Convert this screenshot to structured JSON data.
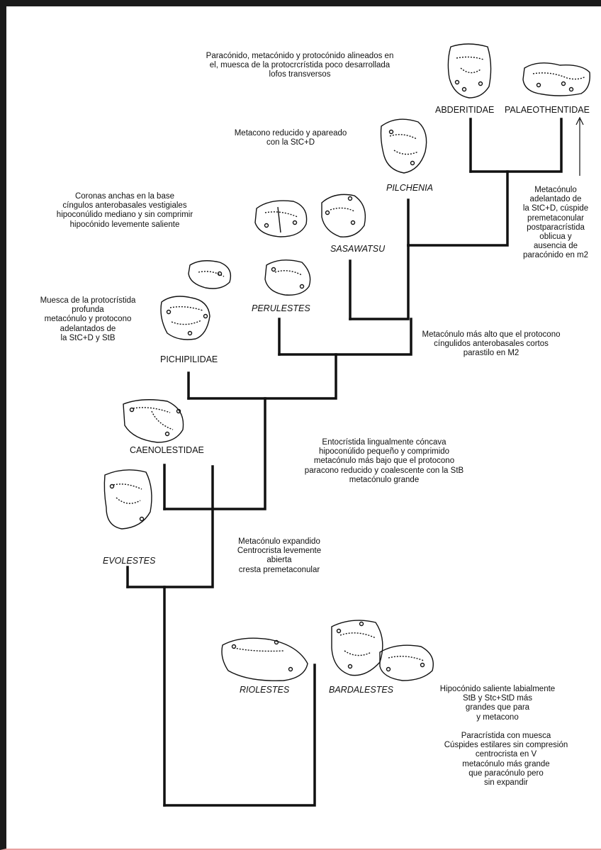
{
  "taxa": {
    "abderitidae": "ABDERITIDAE",
    "palaeothentidae": "PALAEOTHENTIDAE",
    "pilchenia": "PILCHENIA",
    "sasawatsu": "SASAWATSU",
    "perulestes": "PERULESTES",
    "pichipilidae": "PICHIPILIDAE",
    "caenolestidae": "CAENOLESTIDAE",
    "evolestes": "EVOLESTES",
    "riolestes": "RIOLESTES",
    "bardalestes": "BARDALESTES"
  },
  "notes": {
    "top": [
      "Paracónido, metacónido y protocónido alineados en",
      "el, muesca de la protocrcrístida poco desarrollada",
      "lofos transversos"
    ],
    "pilchenia": [
      "Metacono reducido y apareado",
      "con la StC+D"
    ],
    "sasawatsu": [
      "Coronas anchas en la base",
      "cíngulos anterobasales vestigiales",
      "hipoconúlido mediano y sin comprimir",
      "hipocónido levemente saliente"
    ],
    "pichipilidae": [
      "Muesca de la protocrístida",
      "profunda",
      "metacónulo y protocono",
      "adelantados de",
      "la StC+D y StB"
    ],
    "palaeothentidae": [
      "Metacónulo",
      "adelantado de",
      "la StC+D, cúspide",
      "premetaconular",
      "postparacrístida",
      "oblicua y",
      "ausencia de",
      "paracónido en m2"
    ],
    "perulestes_node": [
      "Metacónulo más alto que el protocono",
      "cíngulidos anterobasales cortos",
      "parastilo en M2"
    ],
    "caenolestidae_node": [
      "Entocrístida lingualmente cóncava",
      "hipoconúlido pequeño y comprimido",
      "metacónulo más bajo que el protocono",
      "paracono reducido y coalescente con la StB",
      "metacónulo grande"
    ],
    "evolestes_node": [
      "Metacónulo expandido",
      "Centrocrista levemente",
      "abierta",
      "cresta premetaconular"
    ],
    "bardalestes_1": [
      "Hipocónido saliente labialmente",
      "StB y Stc+StD más",
      "grandes que para",
      "y metacono"
    ],
    "bardalestes_2": [
      "Paracrístida con muesca",
      "Cúspides estilares sin compresión",
      "centrocrista en V",
      "metacónulo más grande",
      "que paracónulo pero",
      "sin expandir"
    ]
  }
}
